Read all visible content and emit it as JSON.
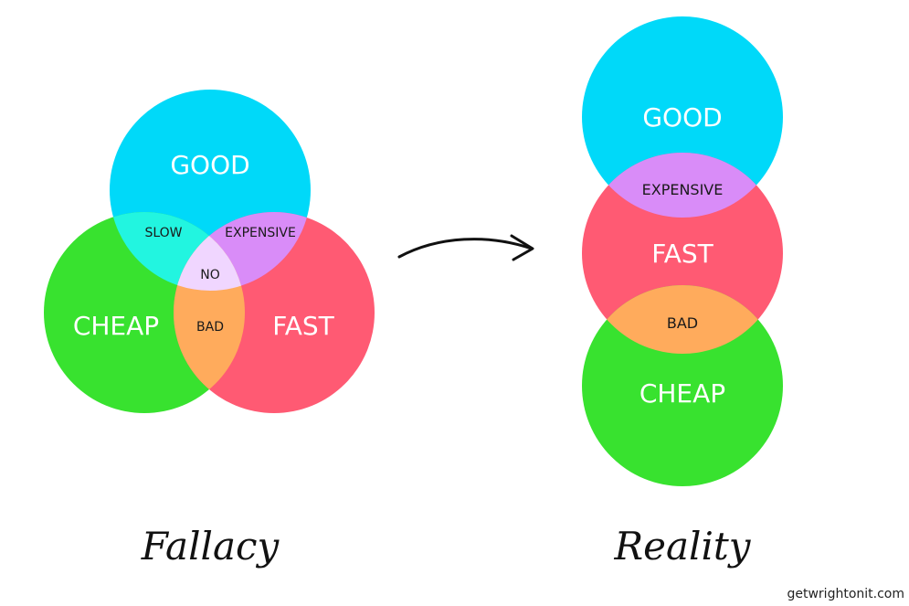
{
  "colors": {
    "good": "#00d9f9",
    "cheap": "#38e22f",
    "fast": "#ff5a73",
    "slow": "#22f5e0",
    "expensive": "#d98cf8",
    "bad": "#ffab5c",
    "no": "#f0d6ff"
  },
  "fallacy": {
    "good": "GOOD",
    "cheap": "CHEAP",
    "fast": "FAST",
    "slow": "SLOW",
    "expensive": "EXPENSIVE",
    "no": "NO",
    "bad": "BAD",
    "caption": "Fallacy"
  },
  "reality": {
    "good": "GOOD",
    "expensive": "EXPENSIVE",
    "fast": "FAST",
    "bad": "BAD",
    "cheap": "CHEAP",
    "caption": "Reality"
  },
  "credit": "getwrightonit.com"
}
